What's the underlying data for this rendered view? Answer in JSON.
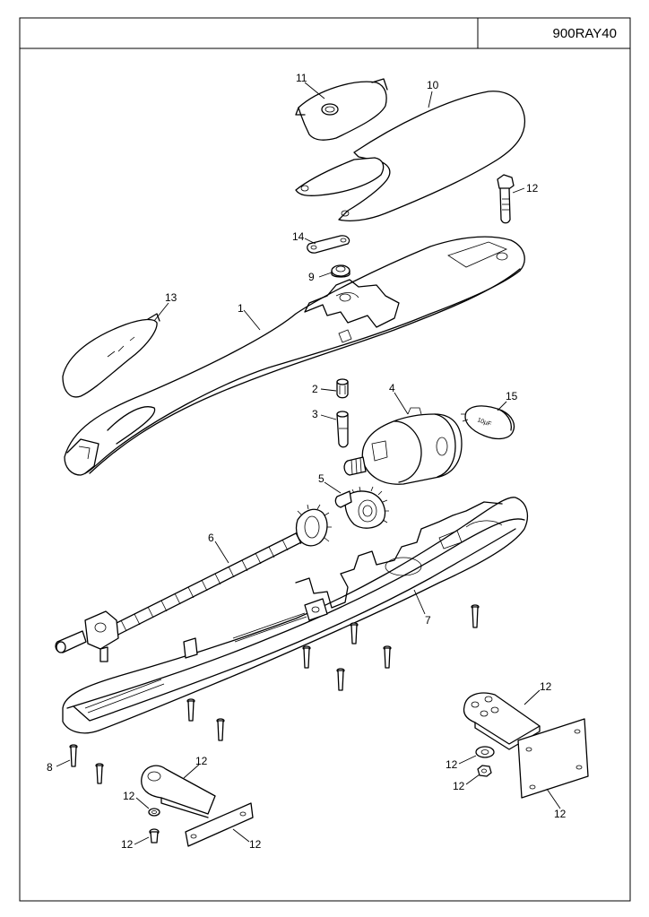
{
  "header": {
    "code": "900RAY40"
  },
  "capacitor": {
    "label": "10µF"
  },
  "parts": [
    {
      "num": "1",
      "name": "upper-housing-part-1"
    },
    {
      "num": "2",
      "name": "bushing-part-2"
    },
    {
      "num": "3",
      "name": "shaft-part-3"
    },
    {
      "num": "4",
      "name": "motor-part-4"
    },
    {
      "num": "5",
      "name": "gear-part-5"
    },
    {
      "num": "6",
      "name": "worm-screw-part-6"
    },
    {
      "num": "7",
      "name": "lower-housing-part-7"
    },
    {
      "num": "8",
      "name": "screw-part-8"
    },
    {
      "num": "9",
      "name": "ring-part-9"
    },
    {
      "num": "10",
      "name": "cover-part-10"
    },
    {
      "num": "11",
      "name": "cover-plate-part-11"
    },
    {
      "num": "12",
      "name": "bracket-hardware-part-12"
    },
    {
      "num": "13",
      "name": "end-cap-part-13"
    },
    {
      "num": "14",
      "name": "link-plate-part-14"
    },
    {
      "num": "15",
      "name": "capacitor-part-15"
    }
  ]
}
